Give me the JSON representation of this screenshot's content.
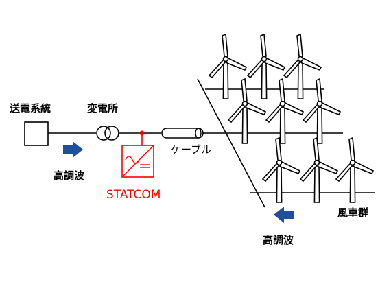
{
  "labels": {
    "grid": "送電系統",
    "substation": "変電所",
    "cable": "ケーブル",
    "statcom": "STATCOM",
    "harmonic_left": "高調波",
    "harmonic_right": "高調波",
    "wind_farm": "風車群"
  },
  "colors": {
    "line": "#000000",
    "statcom": "#ff0000",
    "arrow": "#1f4f9c",
    "background": "#ffffff"
  },
  "icons": {
    "transformer": "transformer-icon",
    "statcom": "converter-icon",
    "turbine": "wind-turbine-icon",
    "arrow": "arrow-icon"
  }
}
